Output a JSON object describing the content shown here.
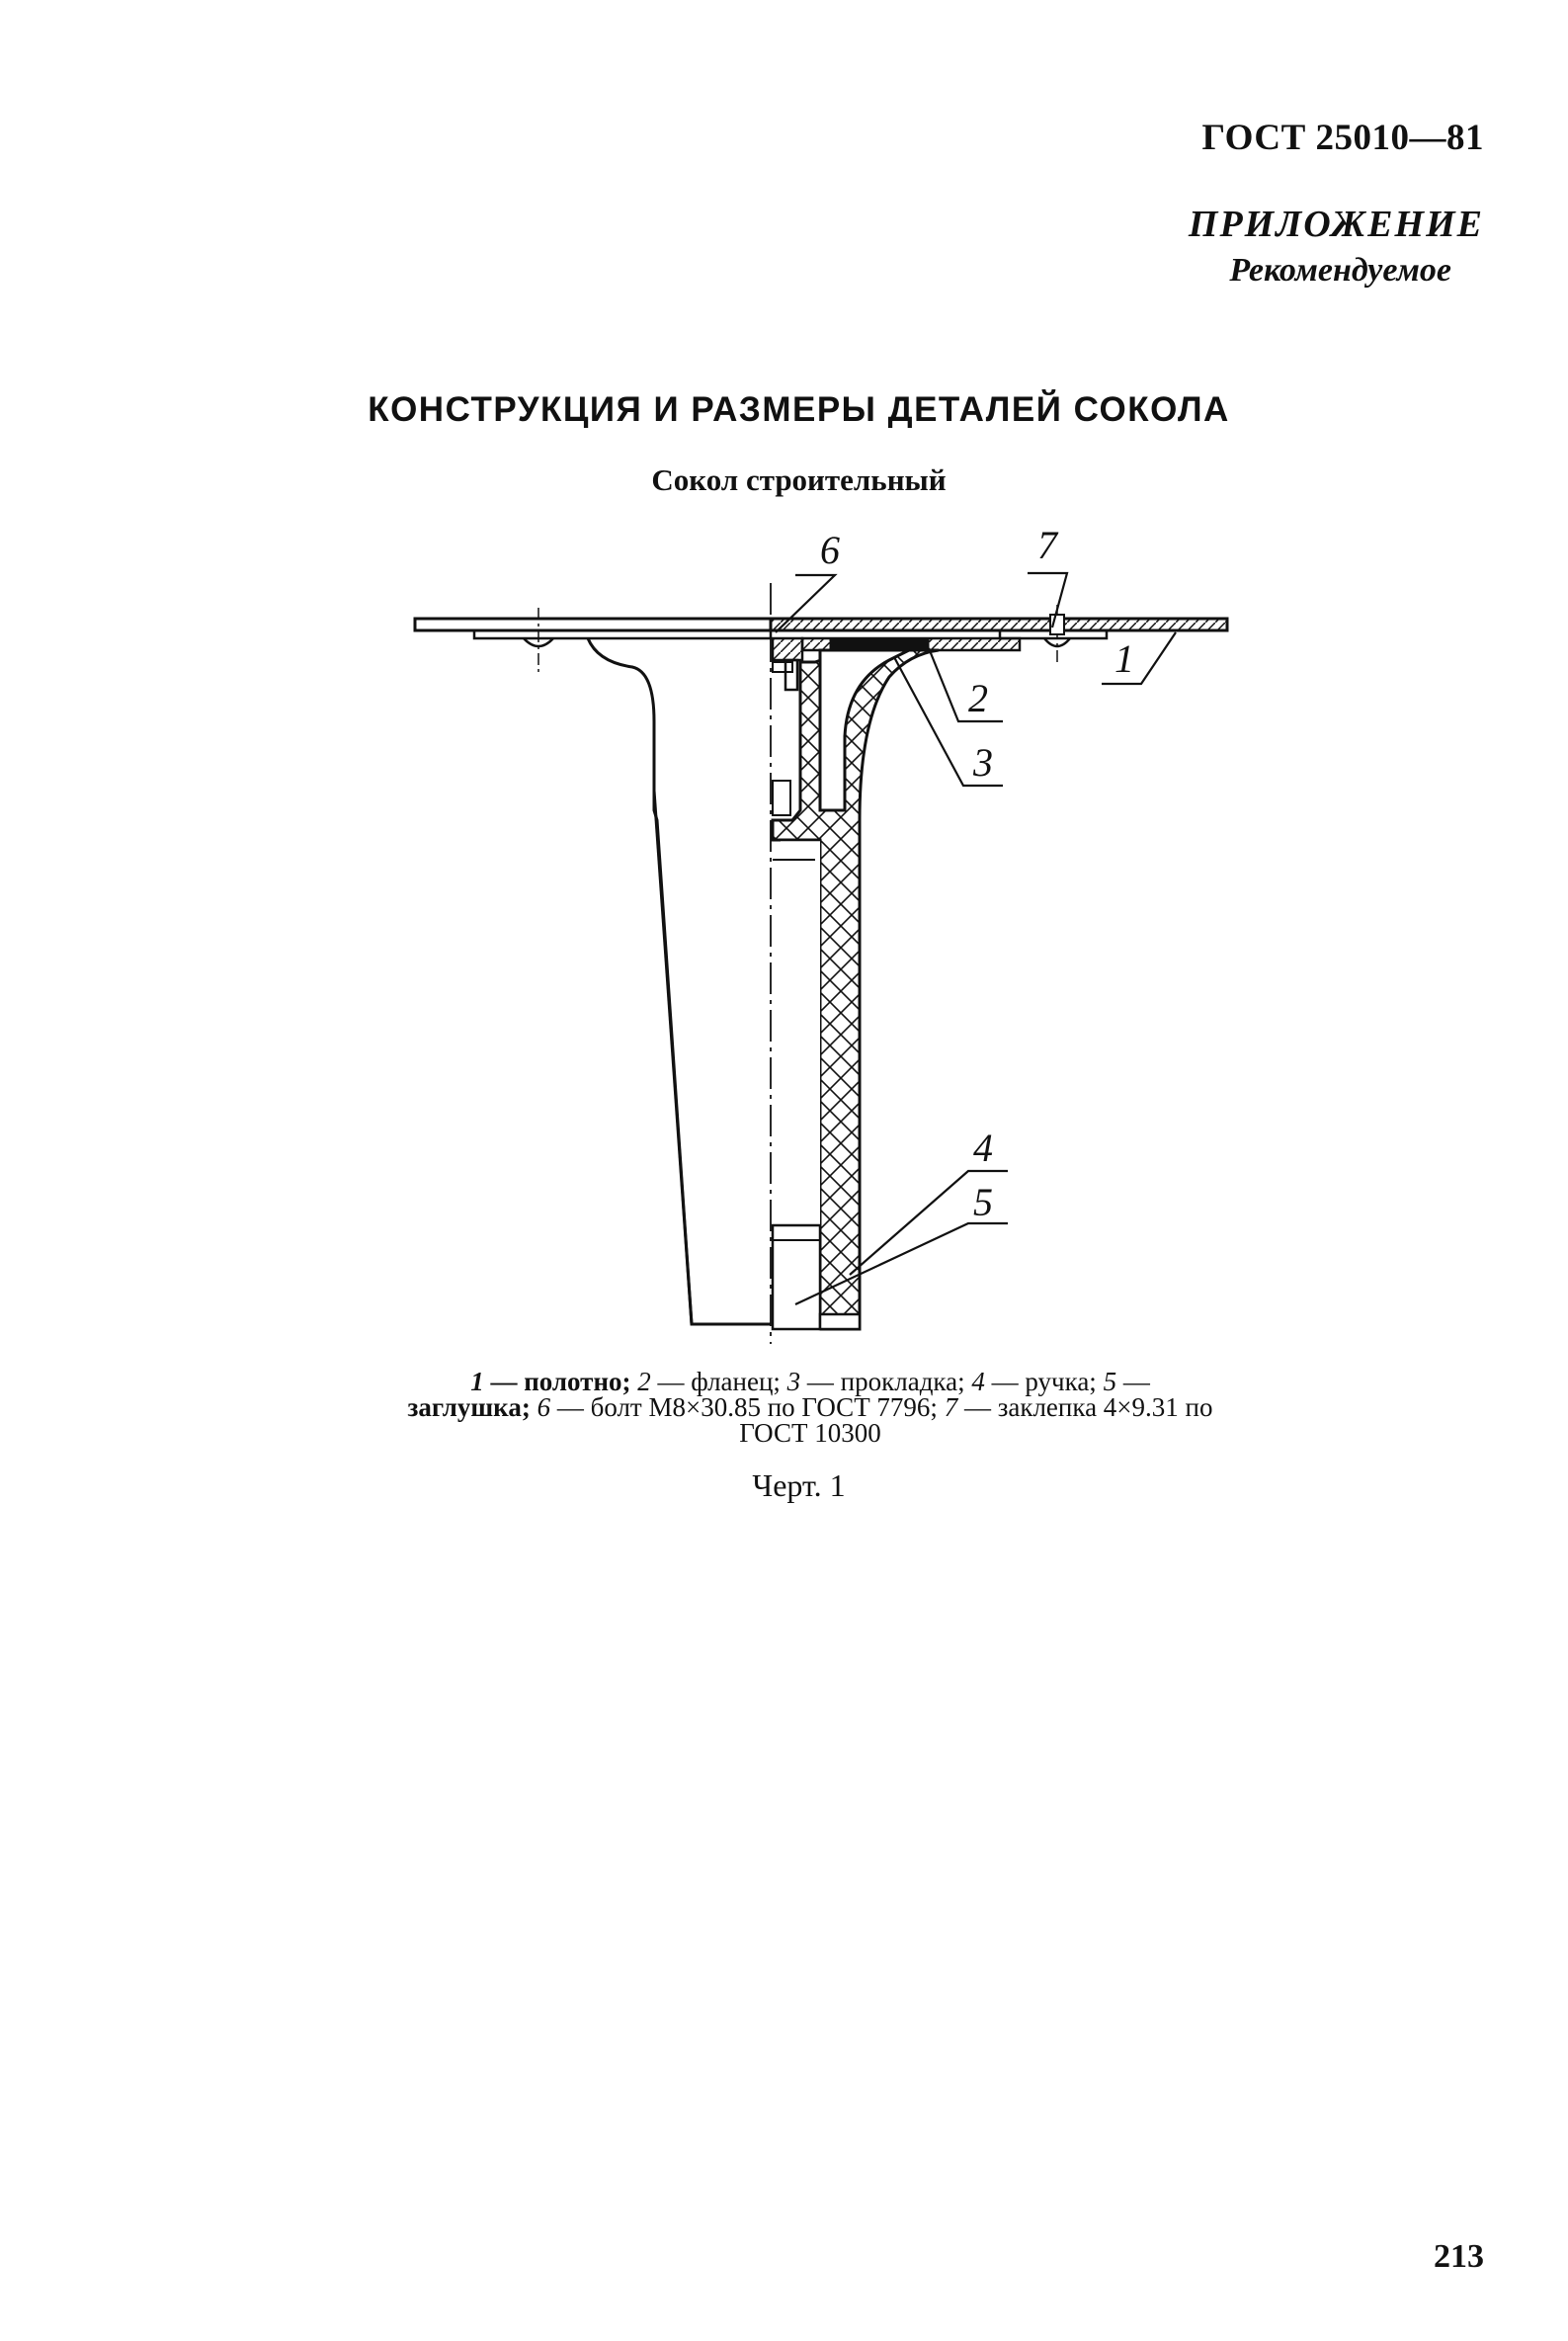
{
  "header": {
    "doc_number": "ГОСТ 25010—81",
    "appendix_title": "ПРИЛОЖЕНИЕ",
    "appendix_type": "Рекомендуемое"
  },
  "title": "КОНСТРУКЦИЯ И РАЗМЕРЫ ДЕТАЛЕЙ СОКОЛА",
  "subtitle": "Сокол строительный",
  "drawing": {
    "callouts": [
      "1",
      "2",
      "3",
      "4",
      "5",
      "6",
      "7"
    ]
  },
  "caption": {
    "items": [
      {
        "num": "1",
        "text": "полотно;"
      },
      {
        "num": "2",
        "text": "фланец;"
      },
      {
        "num": "3",
        "text": "прокладка;"
      },
      {
        "num": "4",
        "text": "ручка;"
      },
      {
        "num": "5",
        "text": "заглушка;"
      },
      {
        "num": "6",
        "text": "болт М8×30.85 по ГОСТ 7796;"
      },
      {
        "num": "7",
        "text": "заклепка 4×9.31 по ГОСТ 10300"
      }
    ],
    "line1": "1 — полотно; 2 — фланец; 3 — прокладка; 4 — ручка; 5 —",
    "line2": "заглушка; 6 — болт М8×30,85 по ГОСТ 7796; 7 — заклеп-",
    "line3": "ка 4×9,31 по ГОСТ 10300"
  },
  "figure_label": "Черт. 1",
  "page_number": "213"
}
